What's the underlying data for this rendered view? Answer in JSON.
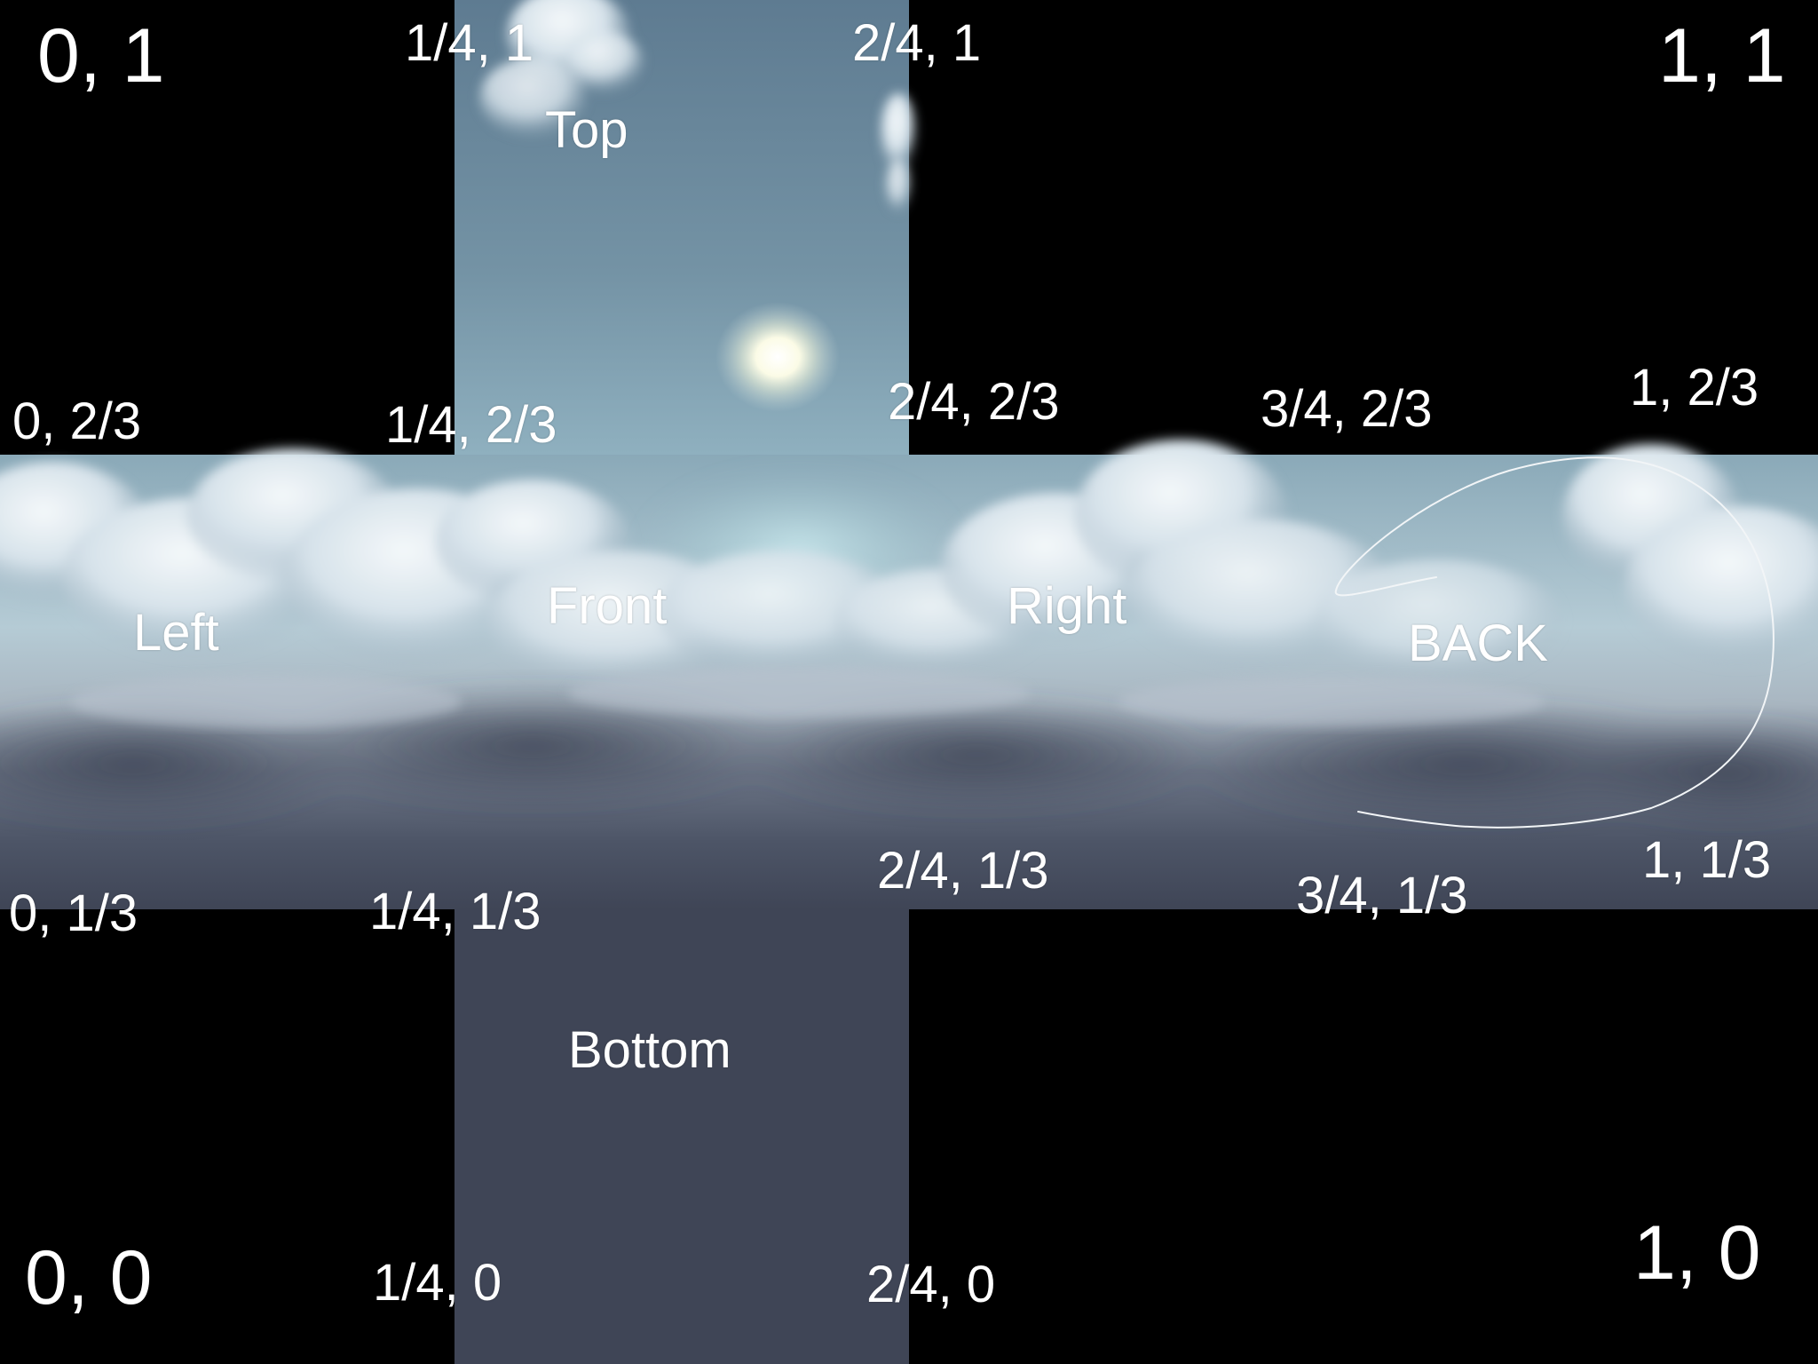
{
  "faces": {
    "top": "Top",
    "left": "Left",
    "front": "Front",
    "right": "Right",
    "back": "BACK",
    "bottom": "Bottom"
  },
  "corners": {
    "top_left": "0, 1",
    "top_right": "1, 1",
    "bottom_left": "0, 0",
    "bottom_right": "1, 0"
  },
  "coords": {
    "q1_1": "1/4, 1",
    "h_1": "2/4, 1",
    "zero_2_3": "0, 2/3",
    "q1_2_3": "1/4, 2/3",
    "h_2_3": "2/4, 2/3",
    "q3_2_3": "3/4, 2/3",
    "one_2_3": "1, 2/3",
    "zero_1_3": "0, 1/3",
    "q1_1_3": "1/4, 1/3",
    "h_1_3": "2/4, 1/3",
    "q3_1_3": "3/4, 1/3",
    "one_1_3": "1, 1/3",
    "q1_0": "1/4, 0",
    "h_0": "2/4, 0"
  },
  "colors": {
    "background": "#000000",
    "sky_top": "#5f7d93",
    "sky_horizon": "#8fb0bf",
    "cloud": "#dfe8ee",
    "storm": "#555e6f",
    "bottom_face": "#3f4556",
    "label": "#ffffff"
  }
}
